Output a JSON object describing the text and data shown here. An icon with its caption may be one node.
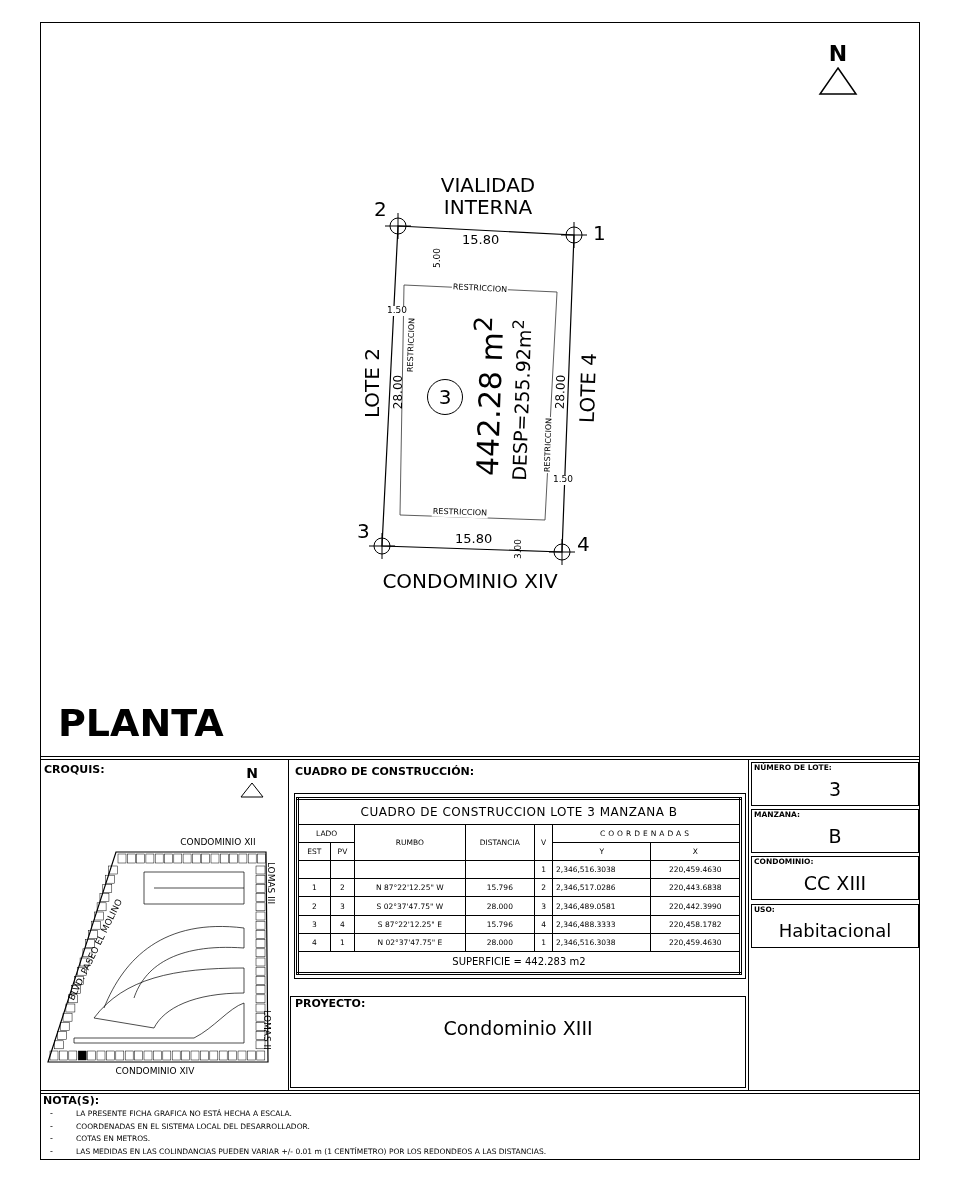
{
  "diagram": {
    "title": "PLANTA",
    "labels": [
      "N",
      "VIALIDAD INTERNA",
      "2",
      "1",
      "15.80",
      "5.00",
      "RESTRICCION",
      "1.50",
      "RESTRICCION",
      "LOTE 2",
      "28.00",
      "3",
      "442.28 m$^{2}$",
      "DESP=255.92m$^{2}$",
      "28.00",
      "RESTRICCION",
      "LOTE 4",
      "1.50",
      "RESTRICCION",
      "3",
      "15.80",
      "3.00",
      "4",
      "CONDOMINIO XIV",
      "CROQUIS:",
      "N",
      "CONDOMINIO XII",
      "BLVD. PASEO EL MOLINO",
      "LOMAS III",
      "LOMAS II",
      "CONDOMINIO XIV",
      "CUADRO DE CONSTRUCCIÓN:",
      "CUADRO DE CONSTRUCCION LOTE 3 MANZANA B",
      "LADO",
      "RUMBO",
      "DISTANCIA",
      "V",
      "COORDENADAS",
      "EST",
      "PV",
      "Y",
      "X",
      "1",
      "2,346,516.3038",
      "220,459.4630",
      "1",
      "2",
      "N 87°22'12.25\" W",
      "15.796",
      "2",
      "2,346,517.0286",
      "220,443.6838",
      "2",
      "3",
      "S 02°37'47.75\" W",
      "28.000",
      "3",
      "2,346,489.0581",
      "220,442.3990",
      "3",
      "4",
      "S 87°22'12.25\" E",
      "15.796",
      "4",
      "2,346,488.3333",
      "220,458.1782",
      "4",
      "1",
      "N 02°37'47.75\" E",
      "28.000",
      "1",
      "2,346,516.3038",
      "220,459.4630",
      "SUPERFICIE = 442.283 m2",
      "NÚMERO DE LOTE:",
      "3",
      "MANZANA:",
      "B",
      "CONDOMINIO:",
      "CC XIII",
      "USO:",
      "Habitacional",
      "PROYECTO:",
      "Condominio XIII",
      "NOTA(S):",
      "-",
      "LA PRESENTE FICHA GRAFICA NO ESTÁ HECHA A ESCALA.",
      "-",
      "COORDENADAS EN EL SISTEMA LOCAL DEL DESARROLLADOR.",
      "-",
      "COTAS EN METROS.",
      "-",
      "LAS MEDIDAS EN LAS COLINDANCIAS PUEDEN VARIAR +/- 0.01 m (1 CENTÍMETRO) POR LOS REDONDEOS A LAS DISTANCIAS."
    ]
  }
}
